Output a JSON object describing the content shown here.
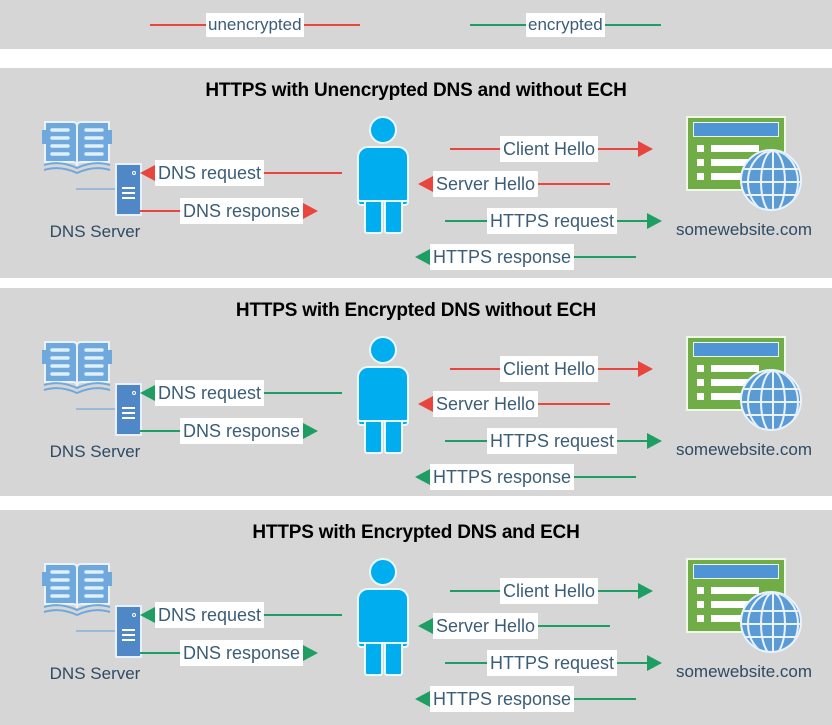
{
  "colors": {
    "background": "#d6d6d6",
    "unencrypted": "#e8453c",
    "encrypted": "#1e9e62",
    "label_text": "#3c5d77",
    "title_text": "#000000",
    "person": "#00aeef",
    "website_window": "#70ad47",
    "globe": "#5b9bd5",
    "server": "#4f87c7"
  },
  "legend": {
    "items": [
      {
        "label": "unencrypted",
        "color": "#e8453c"
      },
      {
        "label": "encrypted",
        "color": "#1e9e62"
      }
    ]
  },
  "panels": [
    {
      "title": "HTTPS with Unencrypted DNS and without ECH",
      "dns_server_label": "DNS Server",
      "website_label": "somewebsite.com",
      "flows": [
        {
          "label": "DNS request",
          "direction": "left",
          "encryption": "unencrypted",
          "side": "dns"
        },
        {
          "label": "DNS response",
          "direction": "right",
          "encryption": "unencrypted",
          "side": "dns"
        },
        {
          "label": "Client Hello",
          "direction": "right",
          "encryption": "unencrypted",
          "side": "web"
        },
        {
          "label": "Server Hello",
          "direction": "left",
          "encryption": "unencrypted",
          "side": "web"
        },
        {
          "label": "HTTPS request",
          "direction": "right",
          "encryption": "encrypted",
          "side": "web"
        },
        {
          "label": "HTTPS response",
          "direction": "left",
          "encryption": "encrypted",
          "side": "web"
        }
      ]
    },
    {
      "title": "HTTPS with Encrypted DNS without ECH",
      "dns_server_label": "DNS Server",
      "website_label": "somewebsite.com",
      "flows": [
        {
          "label": "DNS request",
          "direction": "left",
          "encryption": "encrypted",
          "side": "dns"
        },
        {
          "label": "DNS response",
          "direction": "right",
          "encryption": "encrypted",
          "side": "dns"
        },
        {
          "label": "Client Hello",
          "direction": "right",
          "encryption": "unencrypted",
          "side": "web"
        },
        {
          "label": "Server Hello",
          "direction": "left",
          "encryption": "unencrypted",
          "side": "web"
        },
        {
          "label": "HTTPS request",
          "direction": "right",
          "encryption": "encrypted",
          "side": "web"
        },
        {
          "label": "HTTPS response",
          "direction": "left",
          "encryption": "encrypted",
          "side": "web"
        }
      ]
    },
    {
      "title": "HTTPS with Encrypted DNS and ECH",
      "dns_server_label": "DNS Server",
      "website_label": "somewebsite.com",
      "flows": [
        {
          "label": "DNS request",
          "direction": "left",
          "encryption": "encrypted",
          "side": "dns"
        },
        {
          "label": "DNS response",
          "direction": "right",
          "encryption": "encrypted",
          "side": "dns"
        },
        {
          "label": "Client Hello",
          "direction": "right",
          "encryption": "encrypted",
          "side": "web"
        },
        {
          "label": "Server Hello",
          "direction": "left",
          "encryption": "encrypted",
          "side": "web"
        },
        {
          "label": "HTTPS request",
          "direction": "right",
          "encryption": "encrypted",
          "side": "web"
        },
        {
          "label": "HTTPS response",
          "direction": "left",
          "encryption": "encrypted",
          "side": "web"
        }
      ]
    }
  ]
}
